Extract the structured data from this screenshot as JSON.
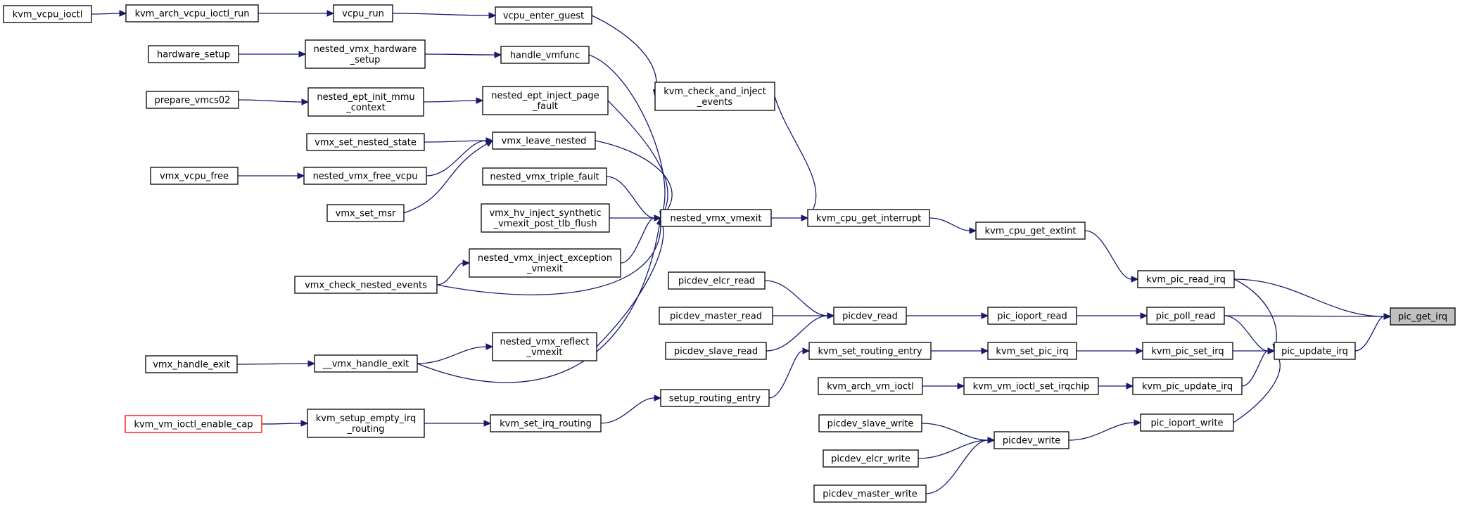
{
  "nodes": [
    {
      "id": "pic_get_irq",
      "lines": [
        "pic_get_irq"
      ],
      "style": "root"
    },
    {
      "id": "kvm_pic_read_irq",
      "lines": [
        "kvm_pic_read_irq"
      ]
    },
    {
      "id": "pic_update_irq",
      "lines": [
        "pic_update_irq"
      ]
    },
    {
      "id": "pic_poll_read",
      "lines": [
        "pic_poll_read"
      ]
    },
    {
      "id": "kvm_cpu_get_extint",
      "lines": [
        "kvm_cpu_get_extint"
      ]
    },
    {
      "id": "kvm_cpu_get_interrupt",
      "lines": [
        "kvm_cpu_get_interrupt"
      ]
    },
    {
      "id": "kvm_check_and_inject_events",
      "lines": [
        "kvm_check_and_inject",
        "_events"
      ]
    },
    {
      "id": "vcpu_enter_guest",
      "lines": [
        "vcpu_enter_guest"
      ]
    },
    {
      "id": "vcpu_run",
      "lines": [
        "vcpu_run"
      ]
    },
    {
      "id": "kvm_arch_vcpu_ioctl_run",
      "lines": [
        "kvm_arch_vcpu_ioctl_run"
      ]
    },
    {
      "id": "kvm_vcpu_ioctl",
      "lines": [
        "kvm_vcpu_ioctl"
      ]
    },
    {
      "id": "nested_vmx_vmexit",
      "lines": [
        "nested_vmx_vmexit"
      ]
    },
    {
      "id": "handle_vmfunc",
      "lines": [
        "handle_vmfunc"
      ]
    },
    {
      "id": "nested_vmx_hardware_setup",
      "lines": [
        "nested_vmx_hardware",
        "_setup"
      ]
    },
    {
      "id": "hardware_setup",
      "lines": [
        "hardware_setup"
      ]
    },
    {
      "id": "nested_ept_inject_page_fault",
      "lines": [
        "nested_ept_inject_page",
        "_fault"
      ]
    },
    {
      "id": "nested_ept_init_mmu_context",
      "lines": [
        "nested_ept_init_mmu",
        "_context"
      ]
    },
    {
      "id": "prepare_vmcs02",
      "lines": [
        "prepare_vmcs02"
      ]
    },
    {
      "id": "vmx_leave_nested",
      "lines": [
        "vmx_leave_nested"
      ]
    },
    {
      "id": "vmx_set_nested_state",
      "lines": [
        "vmx_set_nested_state"
      ]
    },
    {
      "id": "nested_vmx_free_vcpu",
      "lines": [
        "nested_vmx_free_vcpu"
      ]
    },
    {
      "id": "vmx_vcpu_free",
      "lines": [
        "vmx_vcpu_free"
      ]
    },
    {
      "id": "vmx_set_msr",
      "lines": [
        "vmx_set_msr"
      ]
    },
    {
      "id": "nested_vmx_triple_fault",
      "lines": [
        "nested_vmx_triple_fault"
      ]
    },
    {
      "id": "vmx_hv_inject_synthetic_vmexit_post_tlb_flush",
      "lines": [
        "vmx_hv_inject_synthetic",
        "_vmexit_post_tlb_flush"
      ]
    },
    {
      "id": "nested_vmx_inject_exception_vmexit",
      "lines": [
        "nested_vmx_inject_exception",
        "_vmexit"
      ]
    },
    {
      "id": "vmx_check_nested_events",
      "lines": [
        "vmx_check_nested_events"
      ]
    },
    {
      "id": "nested_vmx_reflect_vmexit",
      "lines": [
        "nested_vmx_reflect",
        "_vmexit"
      ]
    },
    {
      "id": "__vmx_handle_exit",
      "lines": [
        "__vmx_handle_exit"
      ]
    },
    {
      "id": "vmx_handle_exit",
      "lines": [
        "vmx_handle_exit"
      ]
    },
    {
      "id": "picdev_elcr_read",
      "lines": [
        "picdev_elcr_read"
      ]
    },
    {
      "id": "picdev_read",
      "lines": [
        "picdev_read"
      ]
    },
    {
      "id": "picdev_master_read",
      "lines": [
        "picdev_master_read"
      ]
    },
    {
      "id": "picdev_slave_read",
      "lines": [
        "picdev_slave_read"
      ]
    },
    {
      "id": "pic_ioport_read",
      "lines": [
        "pic_ioport_read"
      ]
    },
    {
      "id": "kvm_set_routing_entry",
      "lines": [
        "kvm_set_routing_entry"
      ]
    },
    {
      "id": "kvm_set_pic_irq",
      "lines": [
        "kvm_set_pic_irq"
      ]
    },
    {
      "id": "kvm_pic_set_irq",
      "lines": [
        "kvm_pic_set_irq"
      ]
    },
    {
      "id": "setup_routing_entry",
      "lines": [
        "setup_routing_entry"
      ]
    },
    {
      "id": "kvm_set_irq_routing",
      "lines": [
        "kvm_set_irq_routing"
      ]
    },
    {
      "id": "kvm_setup_empty_irq_routing",
      "lines": [
        "kvm_setup_empty_irq",
        "_routing"
      ]
    },
    {
      "id": "kvm_vm_ioctl_enable_cap",
      "lines": [
        "kvm_vm_ioctl_enable_cap"
      ],
      "style": "red"
    },
    {
      "id": "kvm_arch_vm_ioctl",
      "lines": [
        "kvm_arch_vm_ioctl"
      ]
    },
    {
      "id": "kvm_vm_ioctl_set_irqchip",
      "lines": [
        "kvm_vm_ioctl_set_irqchip"
      ]
    },
    {
      "id": "kvm_pic_update_irq",
      "lines": [
        "kvm_pic_update_irq"
      ]
    },
    {
      "id": "pic_ioport_write",
      "lines": [
        "pic_ioport_write"
      ]
    },
    {
      "id": "picdev_write",
      "lines": [
        "picdev_write"
      ]
    },
    {
      "id": "picdev_slave_write",
      "lines": [
        "picdev_slave_write"
      ]
    },
    {
      "id": "picdev_elcr_write",
      "lines": [
        "picdev_elcr_write"
      ]
    },
    {
      "id": "picdev_master_write",
      "lines": [
        "picdev_master_write"
      ]
    }
  ],
  "edges": [
    [
      "kvm_pic_read_irq",
      "pic_get_irq"
    ],
    [
      "pic_update_irq",
      "pic_get_irq"
    ],
    [
      "pic_poll_read",
      "pic_get_irq"
    ],
    [
      "kvm_cpu_get_extint",
      "kvm_pic_read_irq"
    ],
    [
      "kvm_cpu_get_interrupt",
      "kvm_cpu_get_extint"
    ],
    [
      "kvm_check_and_inject_events",
      "kvm_cpu_get_interrupt"
    ],
    [
      "nested_vmx_vmexit",
      "kvm_cpu_get_interrupt"
    ],
    [
      "vcpu_enter_guest",
      "kvm_check_and_inject_events"
    ],
    [
      "vcpu_run",
      "vcpu_enter_guest"
    ],
    [
      "kvm_arch_vcpu_ioctl_run",
      "vcpu_run"
    ],
    [
      "kvm_vcpu_ioctl",
      "kvm_arch_vcpu_ioctl_run"
    ],
    [
      "handle_vmfunc",
      "nested_vmx_vmexit"
    ],
    [
      "nested_vmx_hardware_setup",
      "handle_vmfunc"
    ],
    [
      "hardware_setup",
      "nested_vmx_hardware_setup"
    ],
    [
      "nested_ept_inject_page_fault",
      "nested_vmx_vmexit"
    ],
    [
      "nested_ept_init_mmu_context",
      "nested_ept_inject_page_fault"
    ],
    [
      "prepare_vmcs02",
      "nested_ept_init_mmu_context"
    ],
    [
      "vmx_leave_nested",
      "nested_vmx_vmexit"
    ],
    [
      "vmx_set_nested_state",
      "vmx_leave_nested"
    ],
    [
      "nested_vmx_free_vcpu",
      "vmx_leave_nested"
    ],
    [
      "vmx_vcpu_free",
      "nested_vmx_free_vcpu"
    ],
    [
      "vmx_set_msr",
      "vmx_leave_nested"
    ],
    [
      "nested_vmx_triple_fault",
      "nested_vmx_vmexit"
    ],
    [
      "vmx_hv_inject_synthetic_vmexit_post_tlb_flush",
      "nested_vmx_vmexit"
    ],
    [
      "nested_vmx_inject_exception_vmexit",
      "nested_vmx_vmexit"
    ],
    [
      "vmx_check_nested_events",
      "nested_vmx_inject_exception_vmexit"
    ],
    [
      "vmx_check_nested_events",
      "nested_vmx_vmexit"
    ],
    [
      "nested_vmx_reflect_vmexit",
      "nested_vmx_vmexit"
    ],
    [
      "__vmx_handle_exit",
      "nested_vmx_reflect_vmexit"
    ],
    [
      "__vmx_handle_exit",
      "nested_vmx_vmexit"
    ],
    [
      "vmx_handle_exit",
      "__vmx_handle_exit"
    ],
    [
      "picdev_elcr_read",
      "picdev_read"
    ],
    [
      "picdev_master_read",
      "picdev_read"
    ],
    [
      "picdev_slave_read",
      "picdev_read"
    ],
    [
      "picdev_read",
      "pic_ioport_read"
    ],
    [
      "pic_ioport_read",
      "pic_poll_read"
    ],
    [
      "kvm_pic_set_irq",
      "pic_update_irq"
    ],
    [
      "kvm_set_pic_irq",
      "kvm_pic_set_irq"
    ],
    [
      "kvm_set_routing_entry",
      "kvm_set_pic_irq"
    ],
    [
      "setup_routing_entry",
      "kvm_set_routing_entry"
    ],
    [
      "kvm_set_irq_routing",
      "setup_routing_entry"
    ],
    [
      "kvm_setup_empty_irq_routing",
      "kvm_set_irq_routing"
    ],
    [
      "kvm_vm_ioctl_enable_cap",
      "kvm_setup_empty_irq_routing"
    ],
    [
      "kvm_pic_read_irq",
      "pic_update_irq"
    ],
    [
      "pic_poll_read",
      "pic_update_irq"
    ],
    [
      "kvm_pic_update_irq",
      "pic_update_irq"
    ],
    [
      "kvm_vm_ioctl_set_irqchip",
      "kvm_pic_update_irq"
    ],
    [
      "kvm_arch_vm_ioctl",
      "kvm_vm_ioctl_set_irqchip"
    ],
    [
      "pic_ioport_write",
      "pic_update_irq"
    ],
    [
      "picdev_write",
      "pic_ioport_write"
    ],
    [
      "picdev_slave_write",
      "picdev_write"
    ],
    [
      "picdev_elcr_write",
      "picdev_write"
    ],
    [
      "picdev_master_write",
      "picdev_write"
    ]
  ]
}
